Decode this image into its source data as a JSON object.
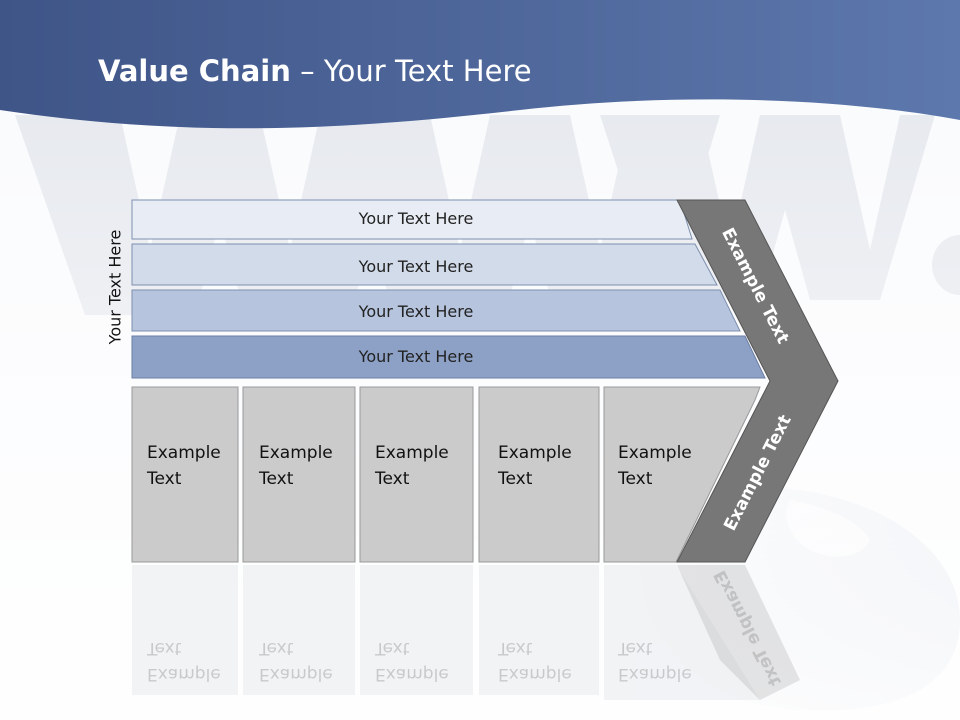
{
  "title": {
    "bold": "Value Chain",
    "separator": " – ",
    "rest": "Your Text Here"
  },
  "side_label": "Your Text Here",
  "rows": [
    {
      "label": "Your Text Here",
      "fill": "#e8edf5"
    },
    {
      "label": "Your Text Here",
      "fill": "#d2dbea"
    },
    {
      "label": "Your Text Here",
      "fill": "#b6c4dd"
    },
    {
      "label": "Your Text Here",
      "fill": "#8da1c6"
    }
  ],
  "cells": [
    {
      "line1": "Example",
      "line2": "Text"
    },
    {
      "line1": "Example",
      "line2": "Text"
    },
    {
      "line1": "Example",
      "line2": "Text"
    },
    {
      "line1": "Example",
      "line2": "Text"
    },
    {
      "line1": "Example",
      "line2": "Text"
    }
  ],
  "chevron": {
    "upper": "Example Text",
    "lower": "Example Text"
  },
  "colors": {
    "header": "#4d6598",
    "chevron": "#777777",
    "cell": "#cbcbcb",
    "watermark": "#c9cfdb"
  }
}
